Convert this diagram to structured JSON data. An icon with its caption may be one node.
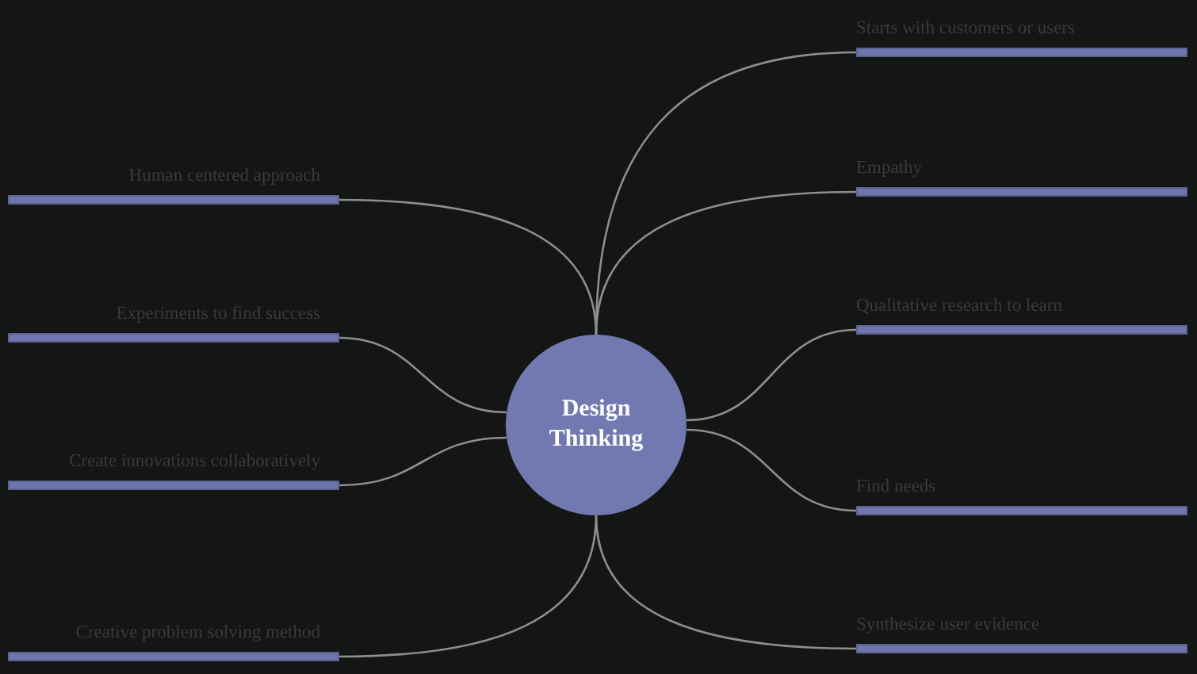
{
  "diagram": {
    "nodes": [
      {
        "text": [
          "Design Thinking"
        ]
      },
      {
        "text": [
          "Human centered approach"
        ]
      },
      {
        "text": [
          "Experiments to find success"
        ]
      },
      {
        "text": [
          "Create innovations collaboratively"
        ]
      },
      {
        "text": [
          "Creative problem solving method"
        ]
      },
      {
        "text": [
          "Starts with customers or users"
        ]
      },
      {
        "text": [
          "Empathy"
        ]
      },
      {
        "text": [
          "Qualitative research to learn"
        ]
      },
      {
        "text": [
          "Find needs"
        ]
      },
      {
        "text": [
          "Synthesize user evidence"
        ]
      }
    ],
    "edges": [
      {
        "from": 0,
        "to": 1,
        "arrow": "none"
      },
      {
        "from": 0,
        "to": 2,
        "arrow": "none"
      },
      {
        "from": 0,
        "to": 3,
        "arrow": "none"
      },
      {
        "from": 0,
        "to": 4,
        "arrow": "none"
      },
      {
        "from": 0,
        "to": 5,
        "arrow": "none"
      },
      {
        "from": 0,
        "to": 6,
        "arrow": "none"
      },
      {
        "from": 0,
        "to": 7,
        "arrow": "none"
      },
      {
        "from": 0,
        "to": 8,
        "arrow": "none"
      },
      {
        "from": 0,
        "to": 9,
        "arrow": "none"
      }
    ]
  }
}
